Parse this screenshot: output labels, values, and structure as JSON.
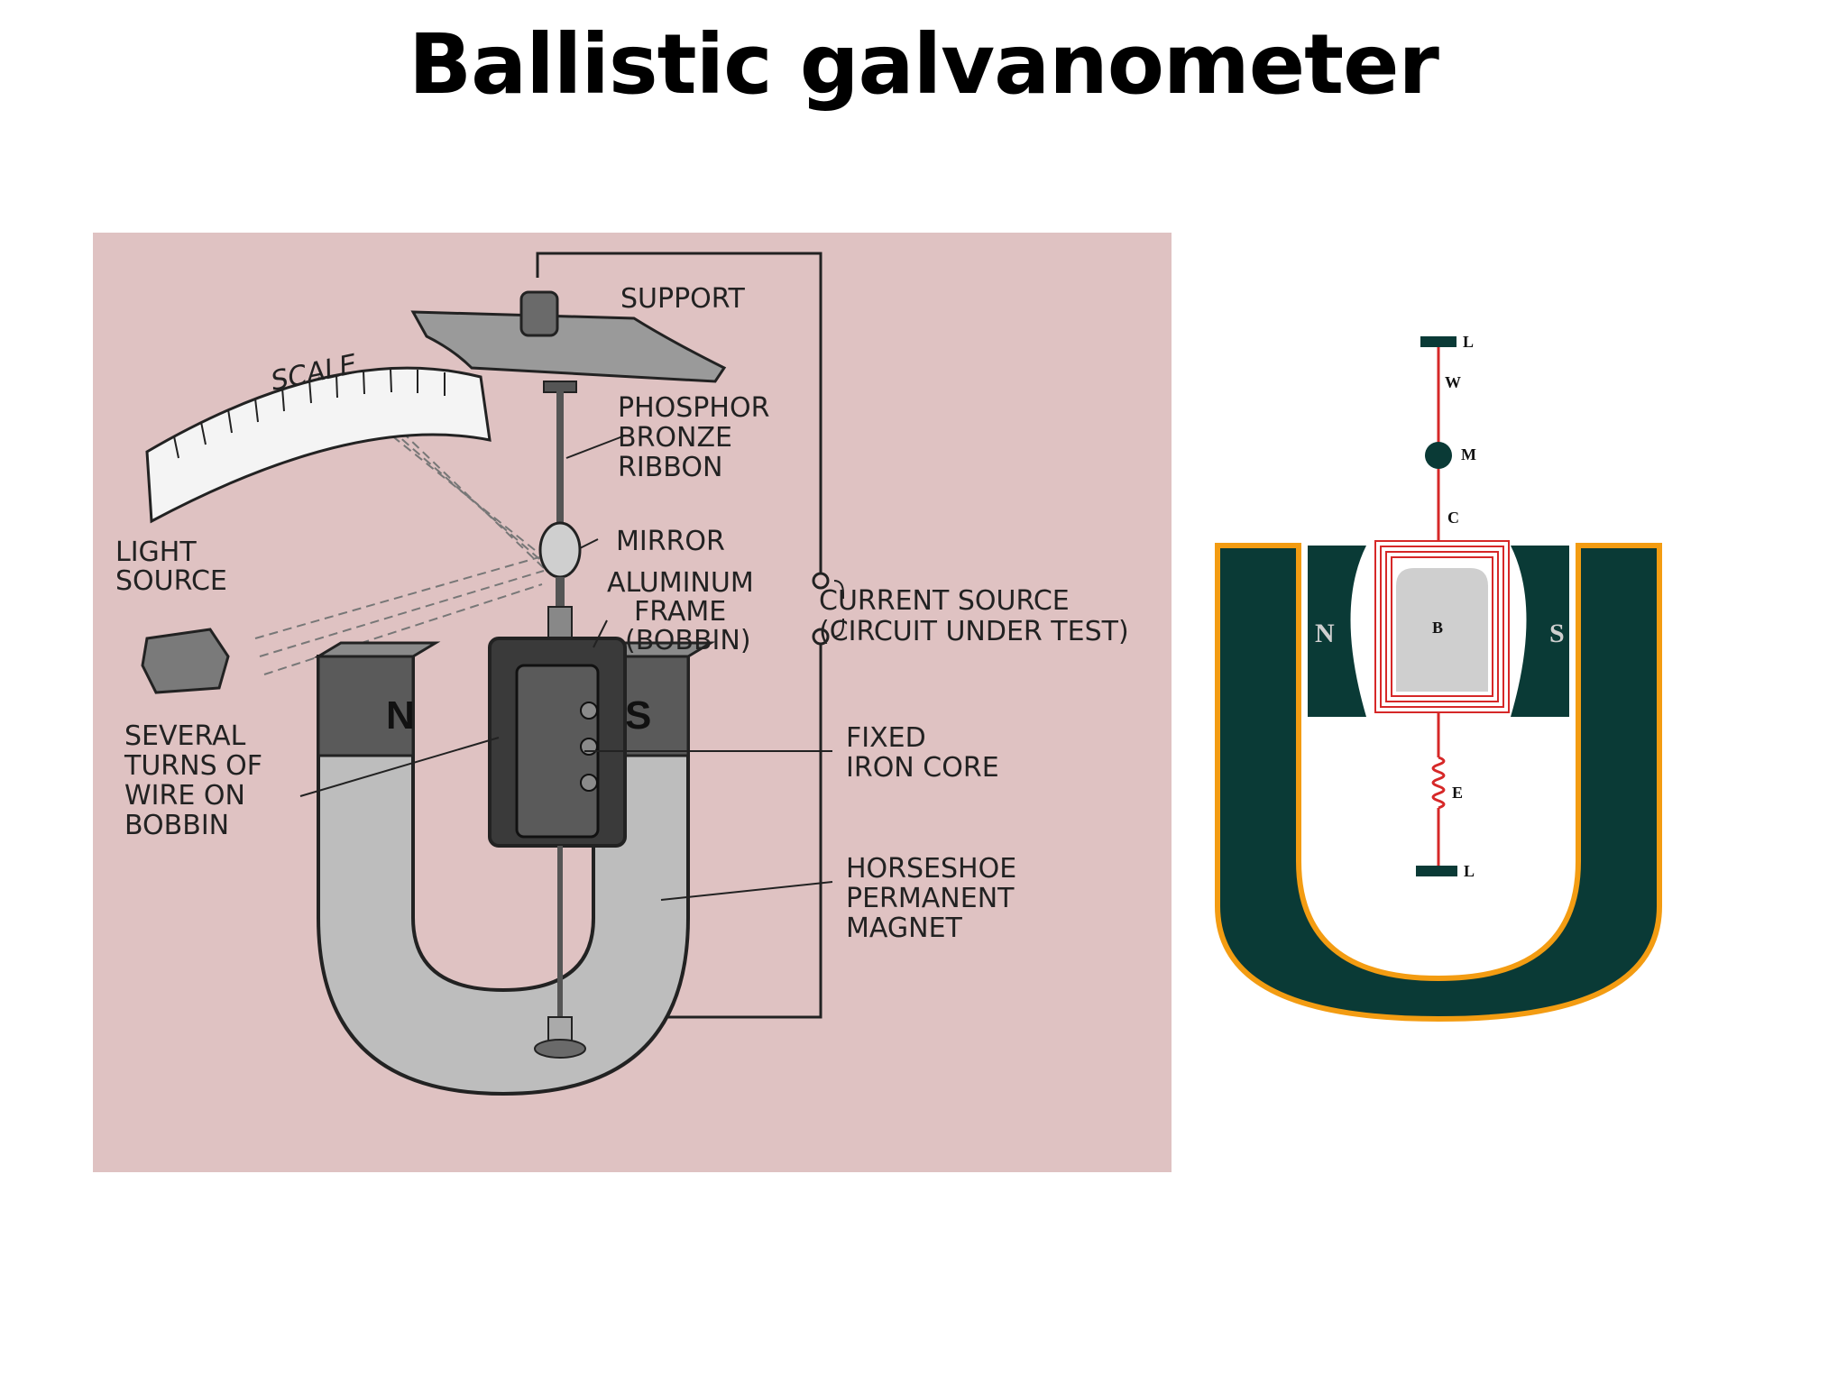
{
  "slide": {
    "title": "Ballistic galvanometer"
  },
  "left_diagram": {
    "labels": {
      "support": "SUPPORT",
      "scale": "SCALE",
      "phosphor_ribbon": [
        "PHOSPHOR",
        "BRONZE",
        "RIBBON"
      ],
      "mirror": "MIRROR",
      "light_source": [
        "LIGHT",
        "SOURCE"
      ],
      "aluminum_frame": [
        "ALUMINUM",
        "FRAME",
        "(BOBBIN)"
      ],
      "current_source": [
        "CURRENT SOURCE",
        "(CIRCUIT UNDER TEST)"
      ],
      "several_turns": [
        "SEVERAL",
        "TURNS OF",
        "WIRE ON",
        "BOBBIN"
      ],
      "fixed_core": [
        "FIXED",
        "IRON CORE"
      ],
      "horseshoe": [
        "HORSESHOE",
        "PERMANENT",
        "MAGNET"
      ],
      "pole_n": "N",
      "pole_s": "S"
    },
    "colors": {
      "background": "#dfc2c2",
      "magnet": "#bdbdbd",
      "magnet_dark": "#5a5a5a",
      "coil": "#3a3a3a"
    }
  },
  "right_diagram": {
    "labels": {
      "top_l": "L",
      "w": "W",
      "m": "M",
      "c": "C",
      "b": "B",
      "n": "N",
      "s": "S",
      "e": "E",
      "bottom_l": "L"
    },
    "colors": {
      "magnet": "#0a3a36",
      "outline": "#f39c12",
      "wire": "#d62828",
      "core": "#cfcfcf"
    }
  }
}
